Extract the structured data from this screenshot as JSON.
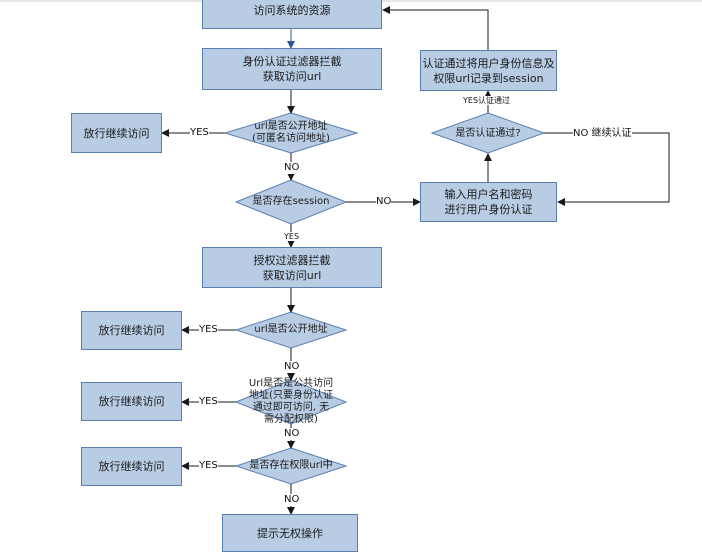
{
  "colors": {
    "fill": "#b8cce4",
    "stroke": "#5a7fae",
    "connector": "#1a1a1a",
    "accent_arrow": "#2f5597"
  },
  "nodes": {
    "access_resource": "访问系统的资源",
    "auth_filter": "身份认证过滤器拦截\n获取访问url",
    "is_anonymous": "url是否公开地址\n(可匿名访问地址)",
    "allow_anonymous": "放行继续访问",
    "has_session": "是否存在session",
    "login_input": "输入用户名和密码\n进行用户身份认证",
    "auth_passed": "是否认证通过?",
    "record_session": "认证通过将用户身份信息及\n权限url记录到session",
    "authz_filter": "授权过滤器拦截\n获取访问url",
    "is_public": "url是否公开地址",
    "allow_public": "放行继续访问",
    "is_common": "Url是否是公共访问\n地址(只要身份认证\n通过即可访问, 无\n需分配权限)",
    "allow_common": "放行继续访问",
    "in_permissions": "是否存在权限url中",
    "allow_permission": "放行继续访问",
    "no_permission": "提示无权操作"
  },
  "edges": {
    "yes_anonymous": "YES",
    "no_anonymous": "NO",
    "no_session": "NO",
    "yes_session": "YES",
    "yes_auth": "YES认证通过",
    "no_auth": "NO 继续认证",
    "yes_public": "YES",
    "no_public": "NO",
    "yes_common": "YES",
    "no_common": "NO",
    "yes_permission": "YES",
    "no_permission": "NO"
  }
}
